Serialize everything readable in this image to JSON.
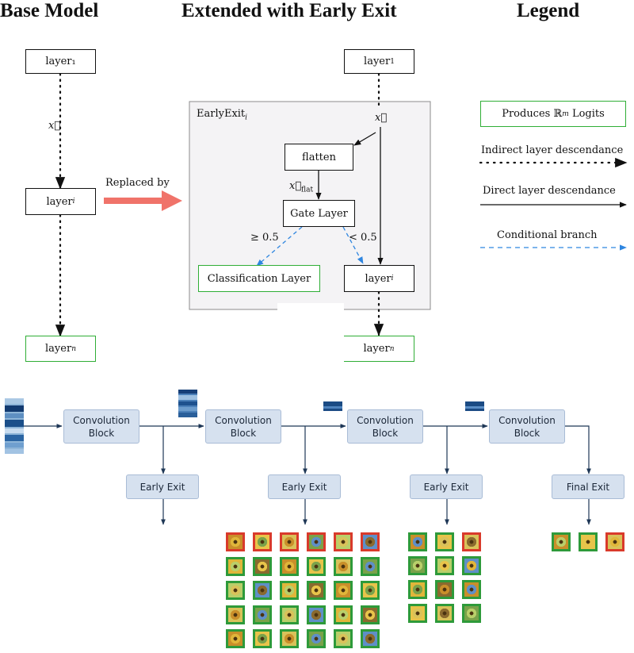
{
  "headers": {
    "base": "Base Model",
    "extended": "Extended with Early Exit",
    "legend": "Legend"
  },
  "base_model": {
    "layer1": "layer₁",
    "layer1_sub": "1",
    "layeri": "layer",
    "layeri_sub": "i",
    "layern": "layer",
    "layern_sub": "n",
    "x_label": "x⃗",
    "replaced_by": "Replaced by"
  },
  "extended": {
    "layer1": "layer",
    "layer1_sub": "1",
    "x_label": "x⃗",
    "early_exit_title": "EarlyExit",
    "early_exit_sub": "i",
    "flatten": "flatten",
    "x_flat": "x⃗",
    "x_flat_sub": "flat",
    "gate": "Gate Layer",
    "ge": "≥ 0.5",
    "lt": "< 0.5",
    "classification": "Classification Layer",
    "layeri": "layer",
    "layeri_sub": "i",
    "layern": "layer",
    "layern_sub": "n"
  },
  "legend": {
    "logits_pre": "Produces ℝ",
    "logits_sup": "m",
    "logits_post": " Logits",
    "indirect": "Indirect layer descendance",
    "direct": "Direct layer descendance",
    "conditional": "Conditional branch"
  },
  "pipeline": {
    "blocks": [
      "Convolution\nBlock",
      "Convolution\nBlock",
      "Convolution\nBlock",
      "Convolution\nBlock"
    ],
    "exits": [
      "Early Exit",
      "Early Exit",
      "Early Exit",
      "Final Exit"
    ]
  },
  "colors": {
    "correct": "#2e9a3a",
    "incorrect": "#d93a2b",
    "arrow_red": "#f0736a",
    "branch_blue": "#2f86e0",
    "block_fill": "#d6e1ef",
    "exit_box_bg": "#f4f3f5"
  },
  "image_grids": [
    {
      "name": "exit-2",
      "cols": 6,
      "rows": 5,
      "status": [
        "incorrect",
        "incorrect",
        "incorrect",
        "incorrect",
        "incorrect",
        "incorrect",
        "correct",
        "correct",
        "correct",
        "correct",
        "correct",
        "correct",
        "correct",
        "correct",
        "correct",
        "correct",
        "correct",
        "correct",
        "correct",
        "correct",
        "correct",
        "correct",
        "correct",
        "correct",
        "correct",
        "correct",
        "correct",
        "correct",
        "correct",
        "correct"
      ]
    },
    {
      "name": "exit-3",
      "cols": 3,
      "rows": 4,
      "status": [
        "correct",
        "correct",
        "incorrect",
        "correct",
        "correct",
        "correct",
        "correct",
        "correct",
        "correct",
        "correct",
        "correct",
        "correct"
      ]
    },
    {
      "name": "final-exit",
      "cols": 3,
      "rows": 1,
      "status": [
        "correct",
        "correct",
        "incorrect"
      ]
    }
  ]
}
